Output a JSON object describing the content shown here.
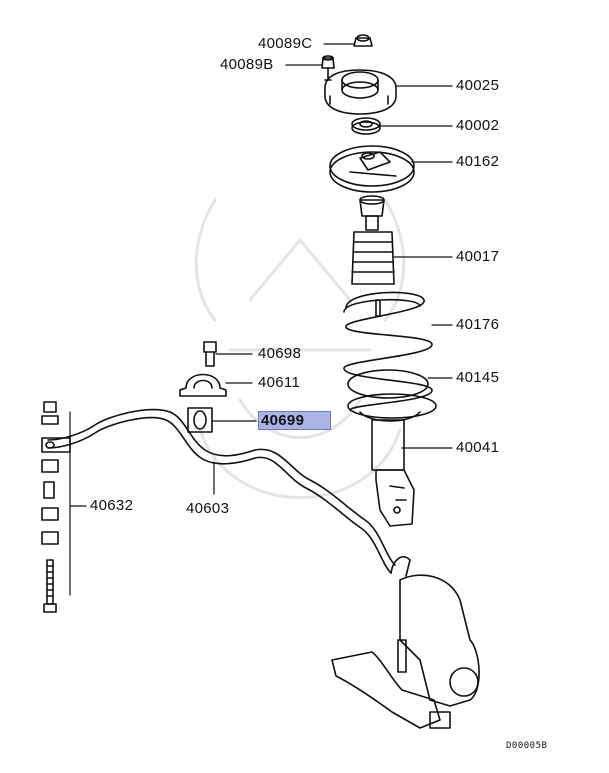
{
  "diagram": {
    "parts": {
      "p40089C": "40089C",
      "p40089B": "40089B",
      "p40025": "40025",
      "p40002": "40002",
      "p40162": "40162",
      "p40017": "40017",
      "p40176": "40176",
      "p40145": "40145",
      "p40041": "40041",
      "p40698": "40698",
      "p40611": "40611",
      "p40699": "40699",
      "p40632": "40632",
      "p40603": "40603"
    },
    "highlighted_part": "40699",
    "highlight_color": "#a9b3e6",
    "drawing_code": "D00005B"
  }
}
